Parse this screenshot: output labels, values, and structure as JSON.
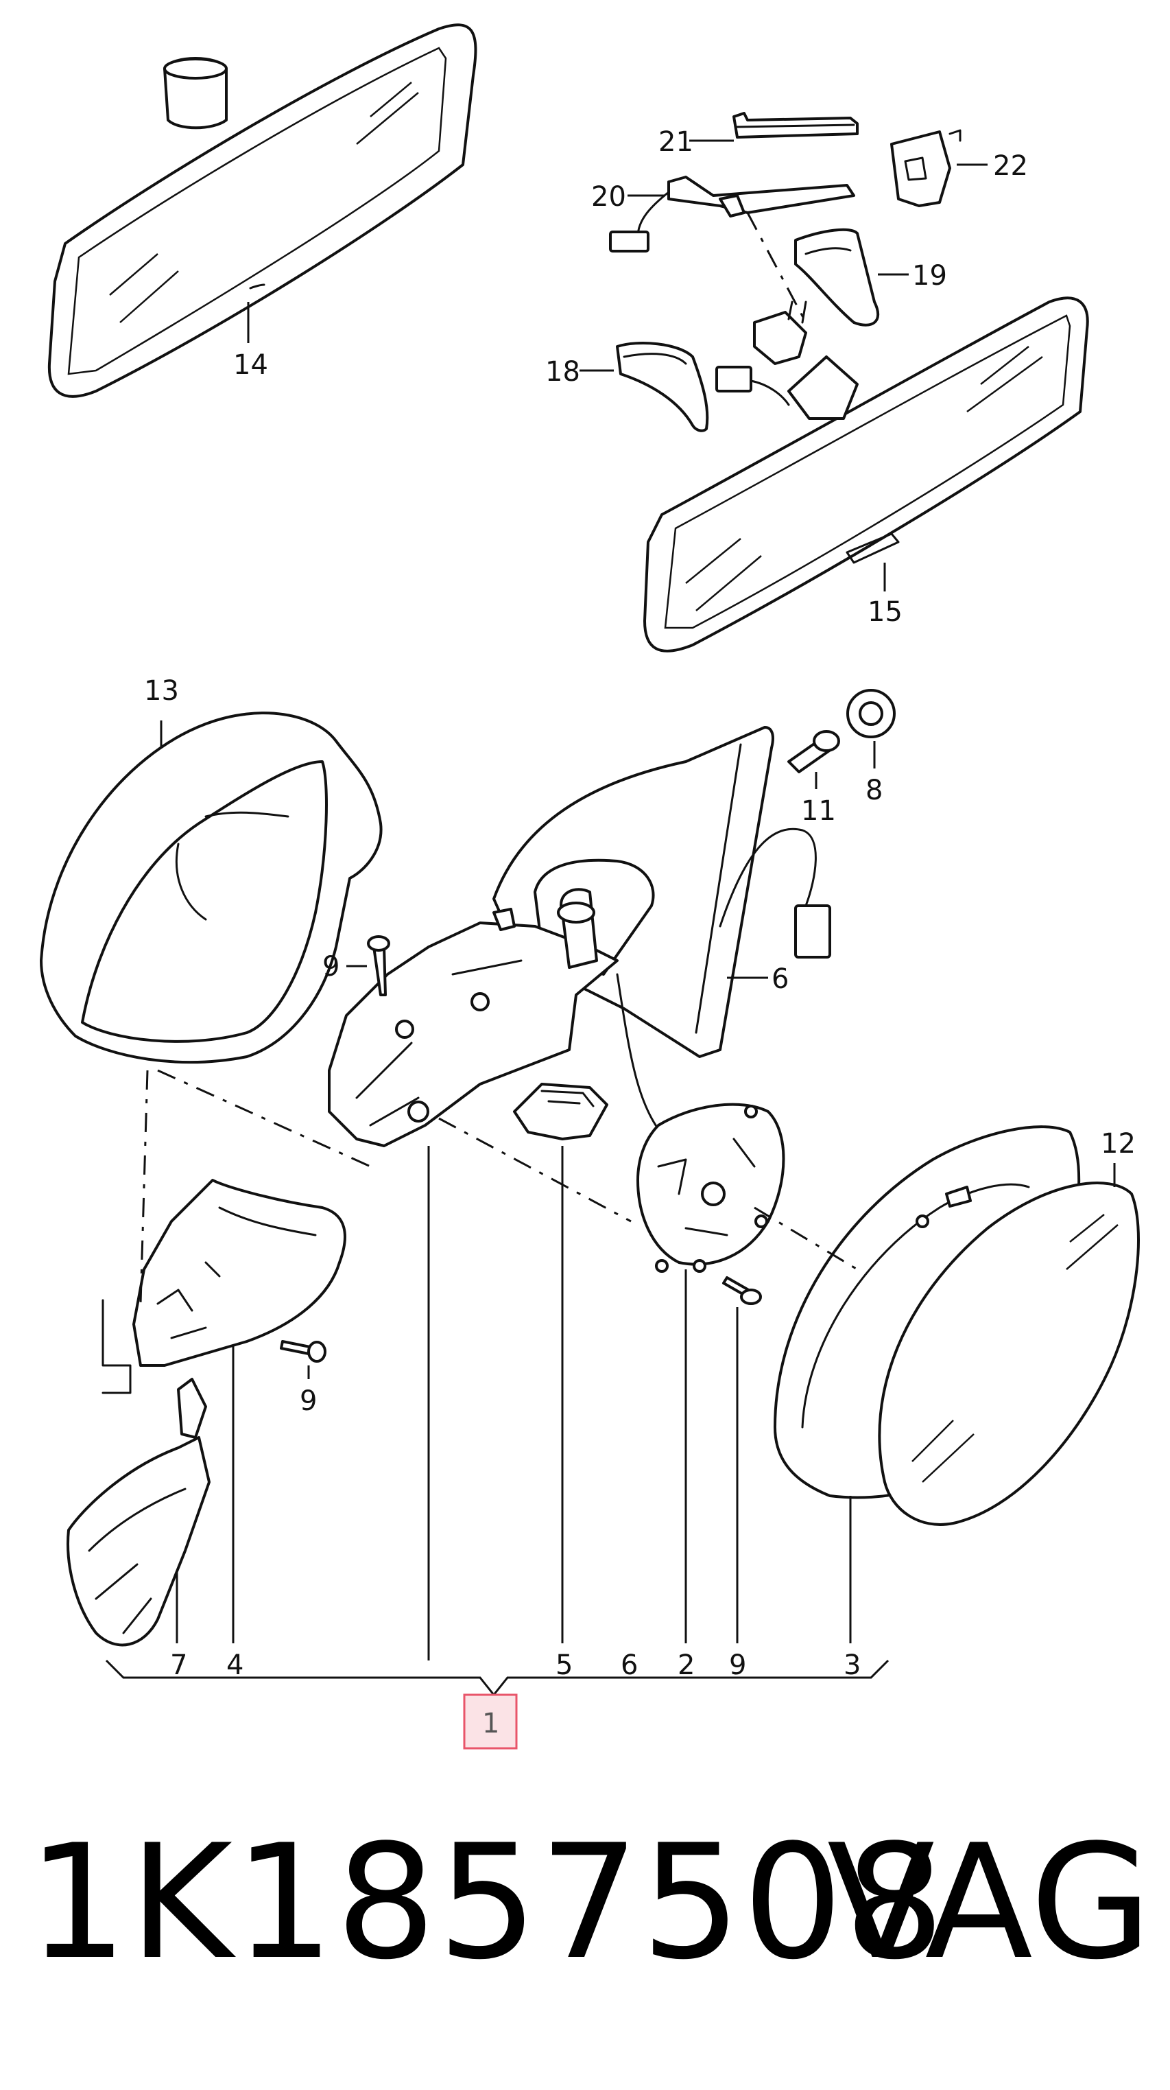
{
  "diagram": {
    "callouts": {
      "c14": "14",
      "c15": "15",
      "c18": "18",
      "c19": "19",
      "c20": "20",
      "c21": "21",
      "c22": "22",
      "c13": "13",
      "c11": "11",
      "c8": "8",
      "c6a": "6",
      "c9a": "9",
      "c12": "12",
      "c9b": "9",
      "b7": "7",
      "b4": "4",
      "b5": "5",
      "b6": "6",
      "b2": "2",
      "b9": "9",
      "b3": "3"
    },
    "assembly_label": "1",
    "highlight_color": "#e8556a",
    "highlight_fill": "#fbe3e6"
  },
  "footer": {
    "part_number": "1K1857508",
    "brand": "VAG"
  }
}
